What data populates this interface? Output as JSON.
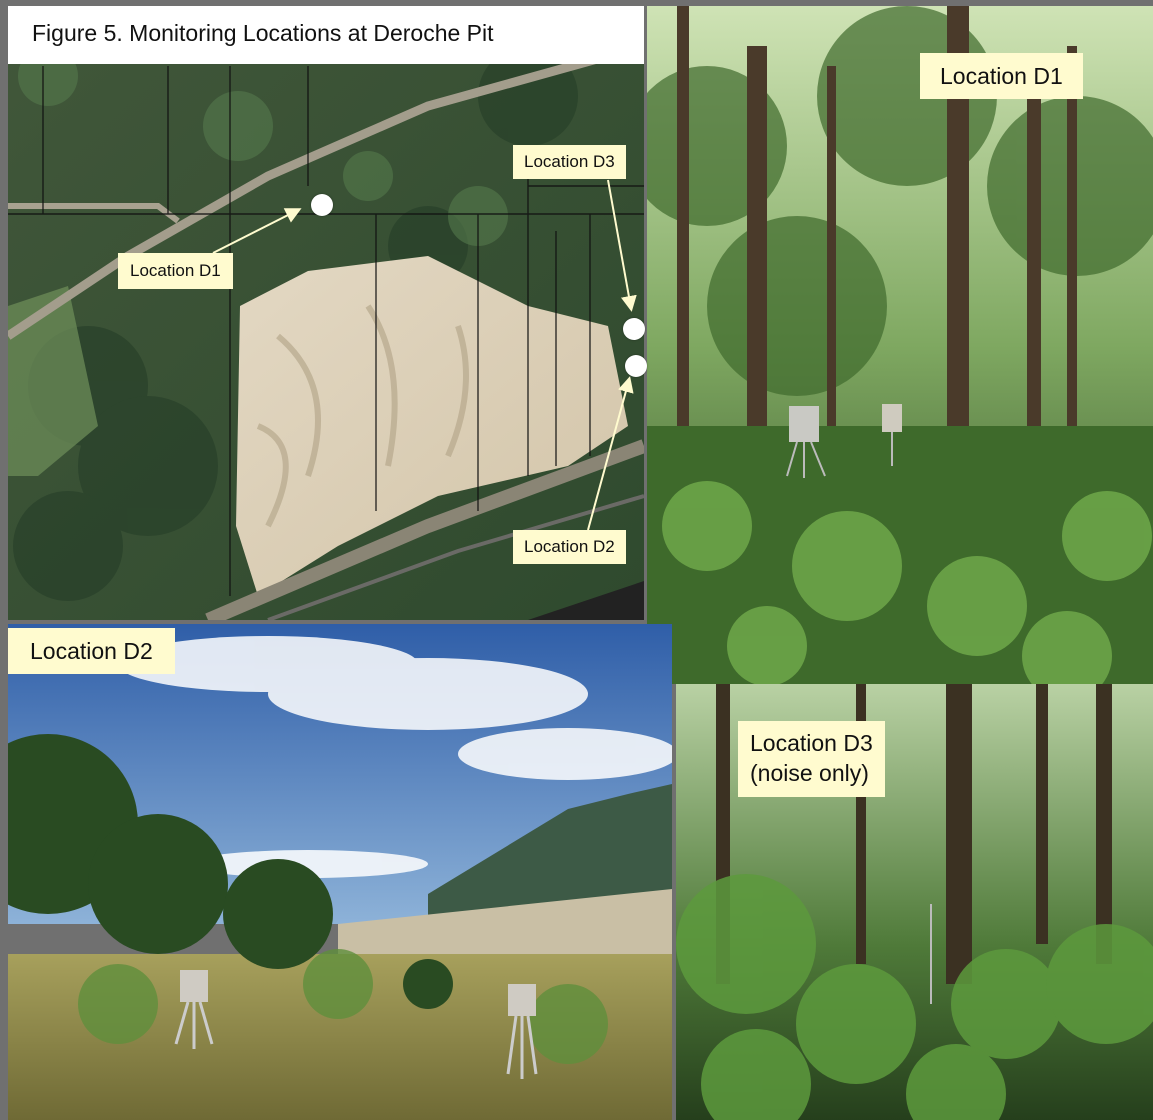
{
  "figure": {
    "title": "Figure 5. Monitoring Locations at Deroche Pit"
  },
  "map": {
    "markers": [
      {
        "id": "D1",
        "label": "Location D1"
      },
      {
        "id": "D2",
        "label": "Location D2"
      },
      {
        "id": "D3",
        "label": "Location D3"
      }
    ]
  },
  "photos": {
    "d1": {
      "label": "Location D1"
    },
    "d2": {
      "label": "Location D2"
    },
    "d3": {
      "label_line1": "Location D3",
      "label_line2": "(noise only)"
    }
  },
  "colors": {
    "label_fill": "#fffbcf",
    "marker_fill": "#ffffff",
    "title_fill": "#ffffff",
    "arrow": "#fffbcf"
  }
}
